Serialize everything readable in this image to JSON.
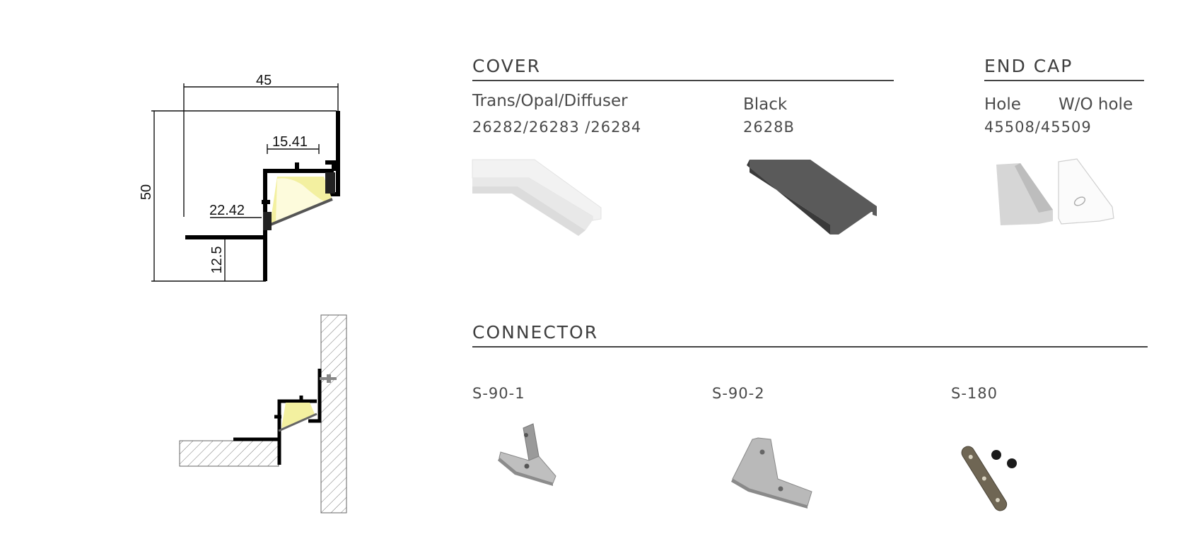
{
  "drawing": {
    "dim_width": "45",
    "dim_height": "50",
    "dim_inner": "15.41",
    "dim_depth": "22.42",
    "dim_lip": "12.5"
  },
  "cover": {
    "title": "COVER",
    "items": [
      {
        "name": "Trans/Opal/Diffuser",
        "code": "26282/26283 /26284"
      },
      {
        "name": "Black",
        "code": "2628B"
      }
    ]
  },
  "end_cap": {
    "title": "END CAP",
    "hole_label": "Hole",
    "no_hole_label": "W/O hole",
    "code": "45508/45509"
  },
  "connector": {
    "title": "CONNECTOR",
    "items": [
      {
        "code": "S-90-1"
      },
      {
        "code": "S-90-2"
      },
      {
        "code": "S-180"
      }
    ]
  },
  "colors": {
    "line": "#444444",
    "led": "#f3f0a0",
    "black_cover": "#555555"
  }
}
